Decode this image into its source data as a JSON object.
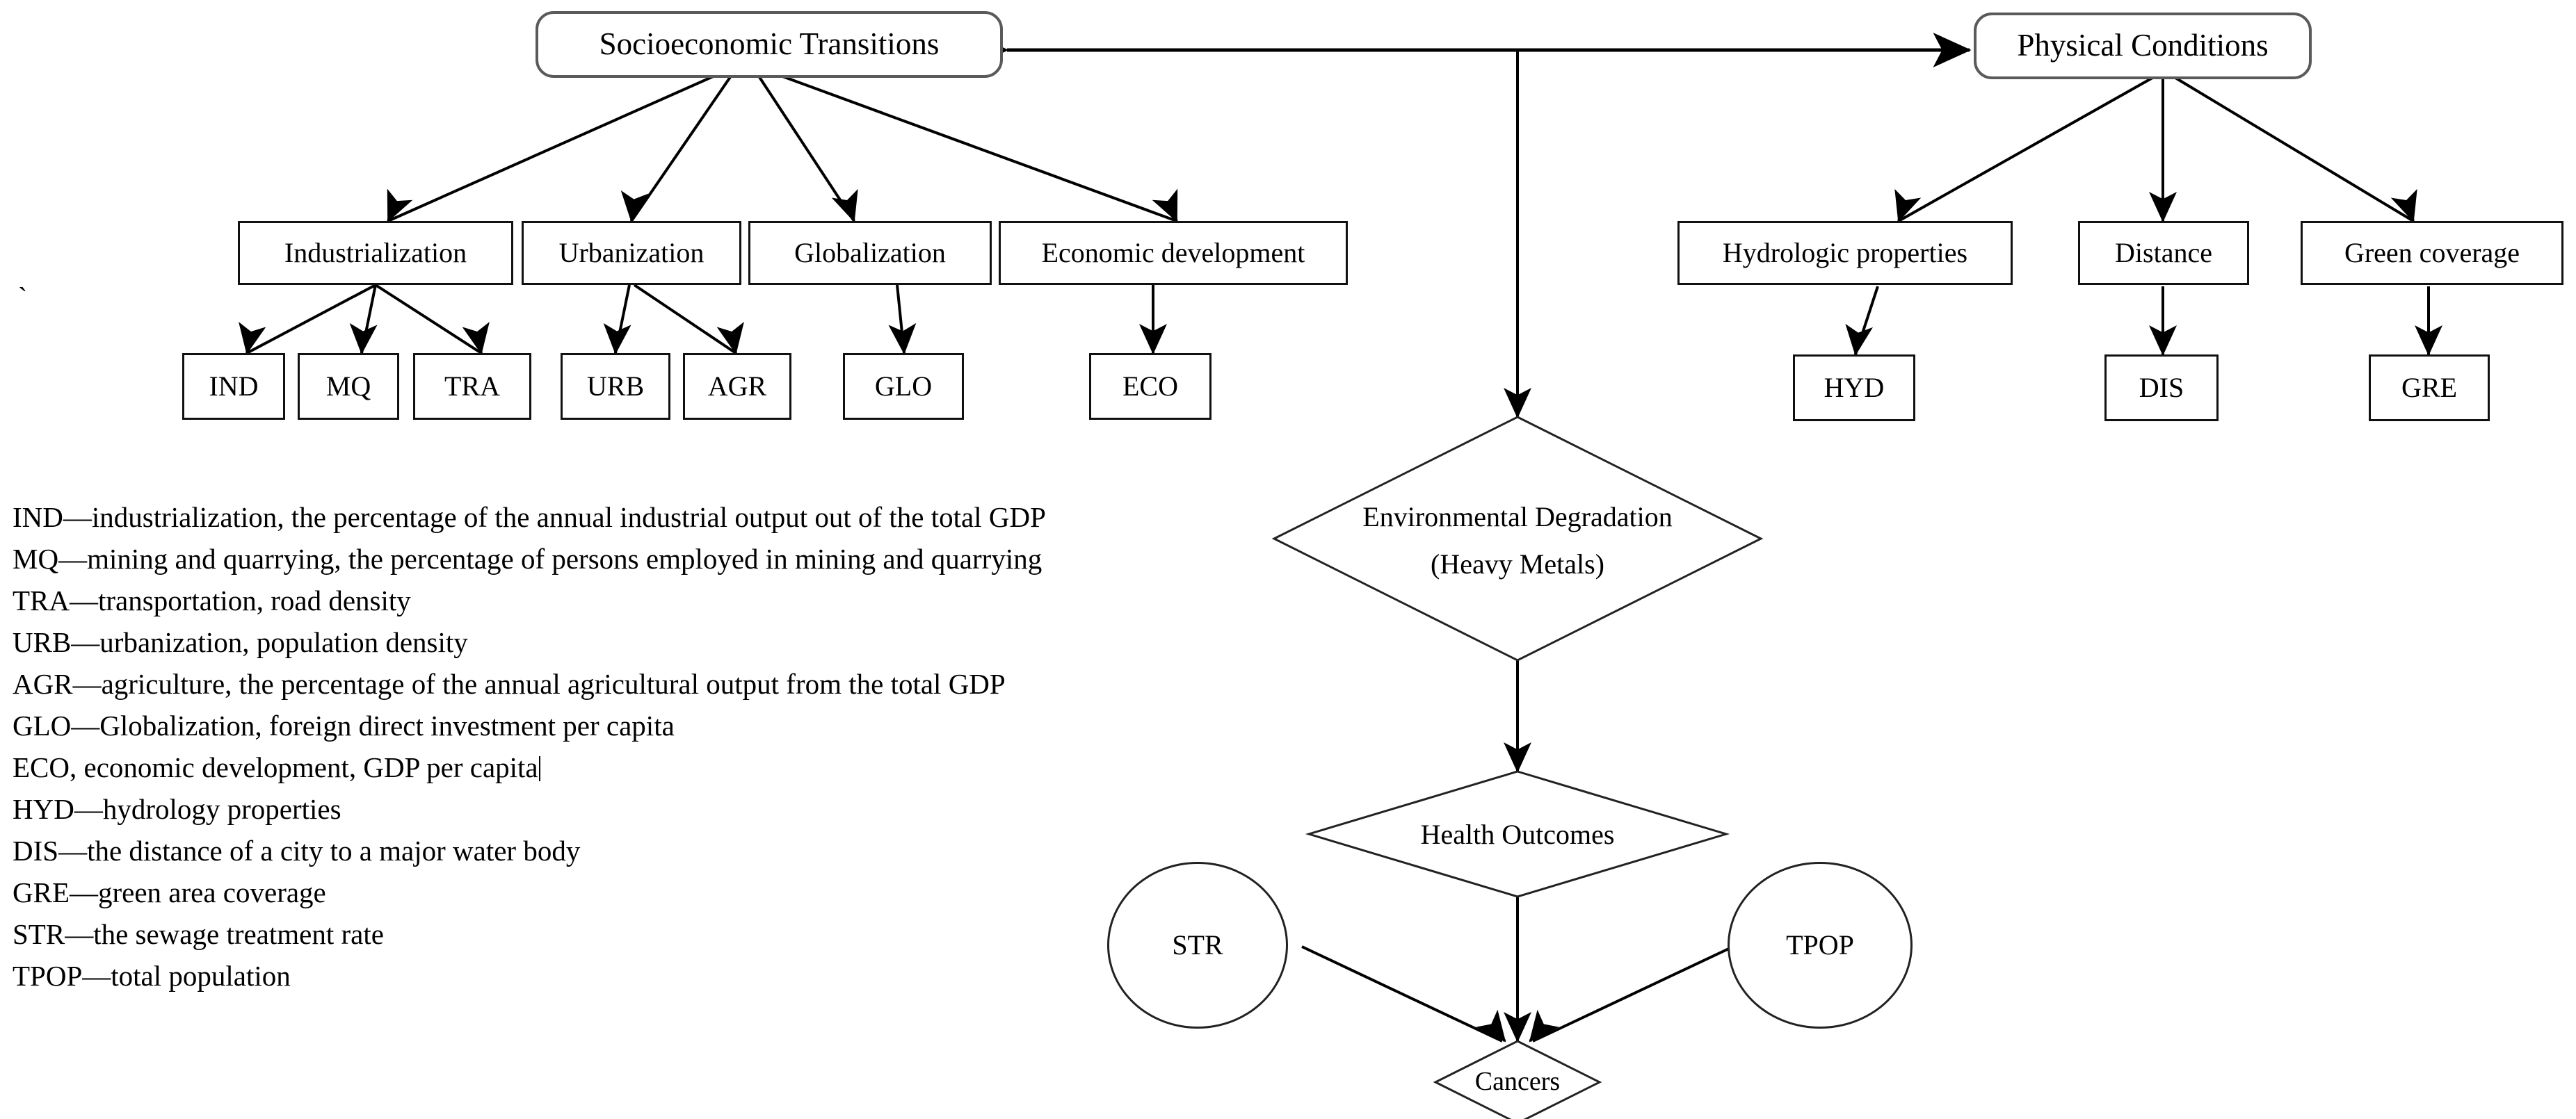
{
  "diagram": {
    "title_top_left": "Socioeconomic Transitions",
    "title_top_right": "Physical Conditions",
    "stray_mark": "`",
    "level2_left": [
      {
        "label": "Industrialization"
      },
      {
        "label": "Urbanization"
      },
      {
        "label": "Globalization"
      },
      {
        "label": "Economic development"
      }
    ],
    "level2_right": [
      {
        "label": "Hydrologic properties"
      },
      {
        "label": "Distance"
      },
      {
        "label": "Green coverage"
      }
    ],
    "codes_left": [
      {
        "label": "IND"
      },
      {
        "label": "MQ"
      },
      {
        "label": "TRA"
      },
      {
        "label": "URB"
      },
      {
        "label": "AGR"
      },
      {
        "label": "GLO"
      },
      {
        "label": "ECO"
      }
    ],
    "codes_right": [
      {
        "label": "HYD"
      },
      {
        "label": "DIS"
      },
      {
        "label": "GRE"
      }
    ],
    "env_degradation_line1": "Environmental Degradation",
    "env_degradation_line2": "(Heavy Metals)",
    "health_outcomes": "Health Outcomes",
    "cancers": "Cancers",
    "circle_left": "STR",
    "circle_right": "TPOP"
  },
  "legend": {
    "lines": [
      "IND—industrialization, the percentage of the annual industrial output out of the total GDP",
      "MQ—mining and quarrying, the percentage of persons employed in mining and quarrying",
      "TRA—transportation, road density",
      "URB—urbanization, population density",
      "AGR—agriculture, the percentage of the annual agricultural output from the total GDP",
      "GLO—Globalization, foreign direct investment per capita",
      "ECO, economic development, GDP per capita",
      "HYD—hydrology properties",
      "DIS—the distance of a city to a major water body",
      "GRE—green area coverage",
      "STR—the sewage treatment rate",
      "TPOP—total population"
    ],
    "caret_after_line_index": 6
  },
  "colors": {
    "ink": "#000000",
    "rect_stroke": "#111111",
    "rounded_stroke": "#5a5a5a",
    "background": "#ffffff"
  }
}
